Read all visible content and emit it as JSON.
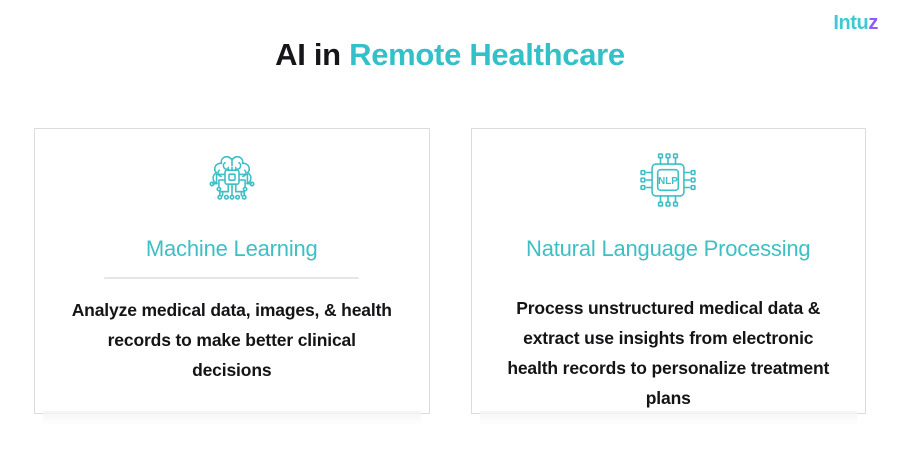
{
  "logo": {
    "name": "Intuz",
    "part_primary": "Intu",
    "part_accent": "z",
    "color_primary": "#3fc9d6",
    "color_accent": "#8b5cf6"
  },
  "header": {
    "title_plain": "AI in ",
    "title_accent": "Remote Healthcare",
    "accent_color": "#33c0c8",
    "plain_color": "#16161a"
  },
  "cards": [
    {
      "icon": "brain-circuit-icon",
      "icon_color": "#3ebfc6",
      "heading": "Machine Learning",
      "heading_color": "#3ebfc6",
      "body": "Analyze medical data, images, & health records to make better clinical decisions"
    },
    {
      "icon": "nlp-chip-icon",
      "icon_color": "#3ebfc6",
      "icon_label": "NLP",
      "heading": "Natural Language Processing",
      "heading_color": "#3ebfc6",
      "body": "Process unstructured medical data & extract use insights from electronic health records to personalize treatment plans"
    }
  ],
  "theme": {
    "background": "#ffffff",
    "card_border": "#dcdcdf",
    "divider": "#e6e6e8",
    "body_text": "#141417"
  }
}
